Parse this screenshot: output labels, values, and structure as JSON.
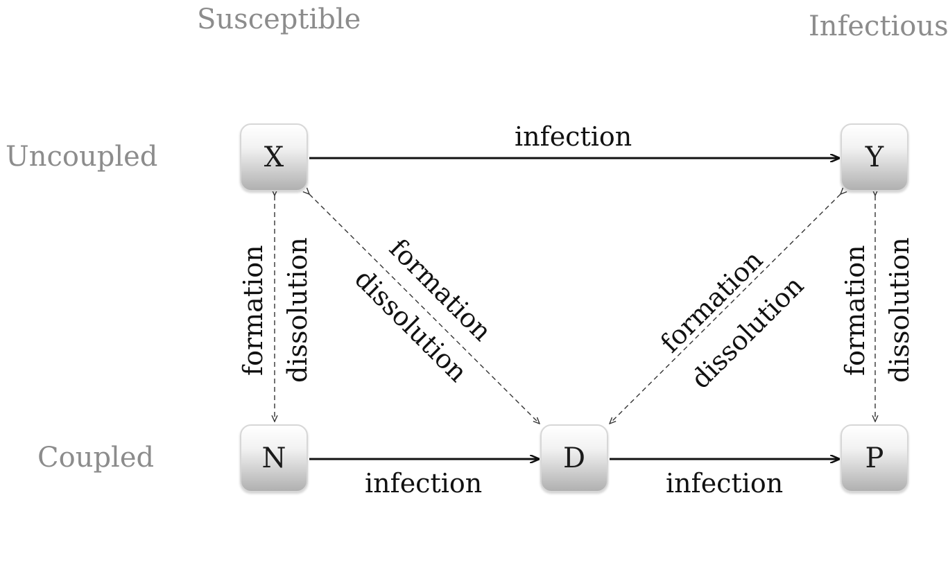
{
  "column_headers": {
    "left": "Susceptible",
    "right": "Infectious"
  },
  "row_headers": {
    "top": "Uncoupled",
    "bottom": "Coupled"
  },
  "nodes": {
    "x": "X",
    "y": "Y",
    "n": "N",
    "d": "D",
    "p": "P"
  },
  "edges": {
    "x_to_y": "infection",
    "n_to_d": "infection",
    "d_to_p": "infection",
    "x_n_formation": "formation",
    "x_n_dissolution": "dissolution",
    "x_d_formation": "formation",
    "x_d_dissolution": "dissolution",
    "y_d_formation": "formation",
    "y_d_dissolution": "dissolution",
    "y_p_formation": "formation",
    "y_p_dissolution": "dissolution"
  },
  "colors": {
    "header_text": "#8c8c8c",
    "arrow": "#111111"
  }
}
